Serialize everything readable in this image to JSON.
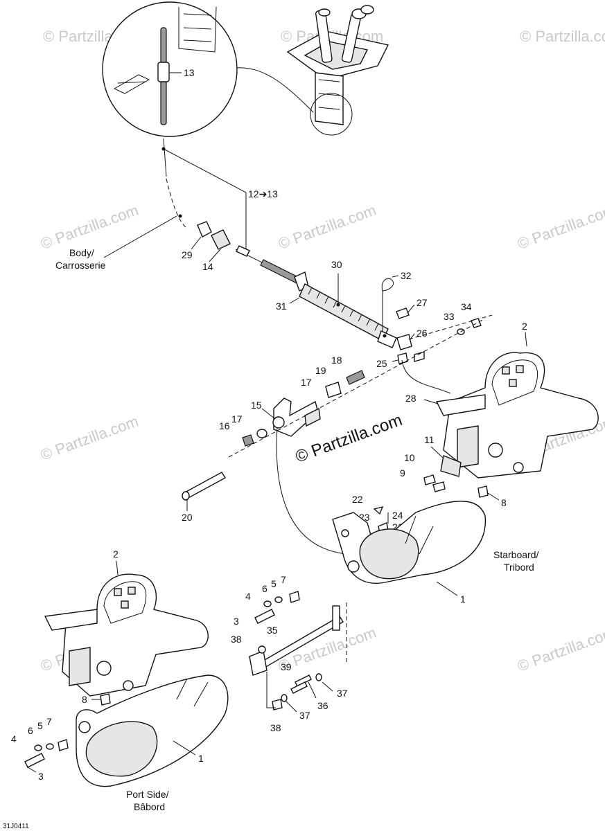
{
  "watermarks": {
    "text": "© Partzilla.com",
    "center_text": "© Partzilla.com"
  },
  "diagram_code": "31J0411",
  "callouts": {
    "c13": "13",
    "c12_13": "12➔13",
    "c29": "29",
    "c14": "14",
    "c30": "30",
    "c32": "32",
    "c31": "31",
    "c27": "27",
    "c33": "33",
    "c34": "34",
    "c26": "26",
    "c25": "25",
    "c2_top": "2",
    "c18": "18",
    "c19": "19",
    "c17_a": "17",
    "c15": "15",
    "c16": "16",
    "c17_b": "17",
    "c28": "28",
    "c11": "11",
    "c10": "10",
    "c9": "9",
    "c8_right": "8",
    "c20": "20",
    "c22": "22",
    "c23": "23",
    "c24": "24",
    "c21": "21",
    "c2_bottom": "2",
    "c1_right": "1",
    "c6_a": "6",
    "c5_a": "5",
    "c7_a": "7",
    "c4_a": "4",
    "c3_a": "3",
    "c35": "35",
    "c38_a": "38",
    "c39": "39",
    "c37_a": "37",
    "c36": "36",
    "c37_b": "37",
    "c38_b": "38",
    "c8_left": "8",
    "c6_b": "6",
    "c5_b": "5",
    "c7_b": "7",
    "c4_b": "4",
    "c3_b": "3",
    "c1_left": "1"
  },
  "area_labels": {
    "body_en": "Body/",
    "body_fr": "Carrosserie",
    "starboard_en": "Starboard/",
    "starboard_fr": "Tribord",
    "port_en": "Port Side/",
    "port_fr": "Bâbord"
  }
}
